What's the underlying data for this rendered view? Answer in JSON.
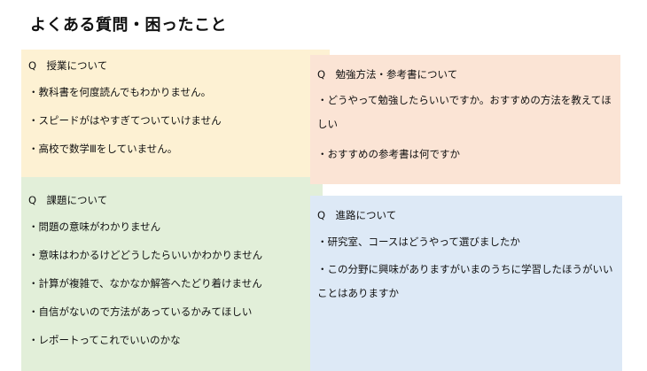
{
  "title": "よくある質問・困ったこと",
  "sections": {
    "lessons": {
      "heading": "Q　授業について",
      "items": [
        "・教科書を何度読んでもわかりません。",
        "・スピードがはやすぎてついていけません",
        "・高校で数学Ⅲをしていません。"
      ]
    },
    "study": {
      "heading": "Q　勉強方法・参考書について",
      "items": [
        "・どうやって勉強したらいいですか。おすすめの方法を教えてほしい",
        "・おすすめの参考書は何ですか"
      ]
    },
    "assignments": {
      "heading": "Q　課題について",
      "items": [
        "・問題の意味がわかりません",
        "・意味はわかるけどどうしたらいいかわかりません",
        "・計算が複雑で、なかなか解答へたどり着けません",
        "・自信がないので方法があっているかみてほしい",
        "・レポートってこれでいいのかな"
      ]
    },
    "career": {
      "heading": "Q　進路について",
      "items": [
        "・研究室、コースはどうやって選びましたか",
        "・この分野に興味がありますがいまのうちに学習したほうがいいことはありますか"
      ]
    }
  },
  "colors": {
    "lessons": "#fdf1d3",
    "assignments": "#e2efd9",
    "study": "#fbe4d5",
    "career": "#dde9f6"
  }
}
